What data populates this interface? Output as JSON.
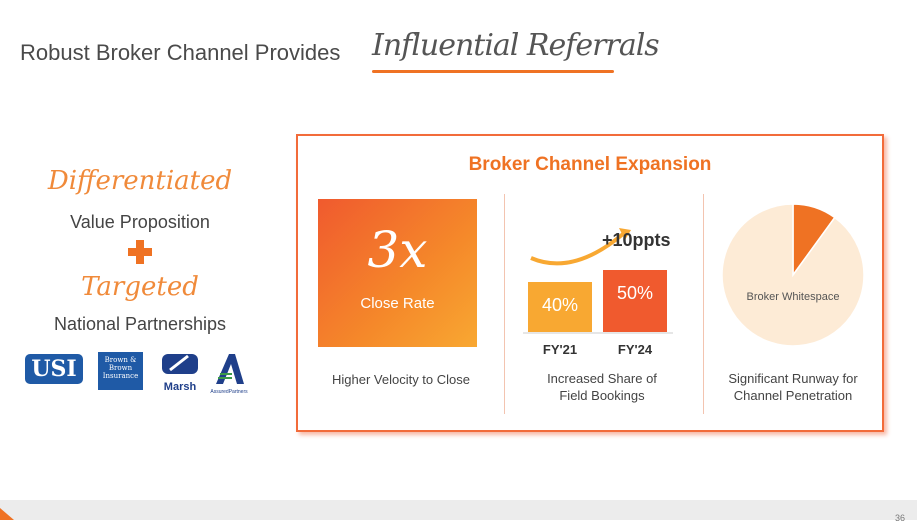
{
  "header": {
    "title": "Robust Broker Channel Provides",
    "title_script": "Influential Referrals"
  },
  "left": {
    "script1": "Differentiated",
    "line1": "Value Proposition",
    "script2": "Targeted",
    "line2": "National Partnerships",
    "logos": [
      "USI",
      "Brown & Brown Insurance",
      "Marsh",
      "AssuredPartners"
    ],
    "logo_color": "#1f5aa6"
  },
  "panel": {
    "title": "Broker Channel Expansion",
    "col1": {
      "big": "3x",
      "label": "Close Rate",
      "caption": "Higher Velocity to Close"
    },
    "col2": {
      "delta": "+10ppts",
      "caption_1": "Increased Share of",
      "caption_2": "Field Bookings"
    },
    "col3": {
      "caption_1": "Significant Runway for",
      "caption_2": "Channel Penetration"
    }
  },
  "chart_data": [
    {
      "type": "bar",
      "categories": [
        "FY'21",
        "FY'24"
      ],
      "values": [
        40,
        50
      ],
      "labels": [
        "40%",
        "50%"
      ],
      "annotation": "+10ppts",
      "colors": [
        "#f8a832",
        "#f05a2e"
      ]
    },
    {
      "type": "pie",
      "slices": [
        {
          "label": "",
          "value": 10,
          "color": "#ef7223"
        },
        {
          "label": "Broker Whitespace",
          "value": 90,
          "color": "#fdebd6"
        }
      ]
    }
  ],
  "footer": {
    "page": "36"
  },
  "accent": "#ef7223"
}
